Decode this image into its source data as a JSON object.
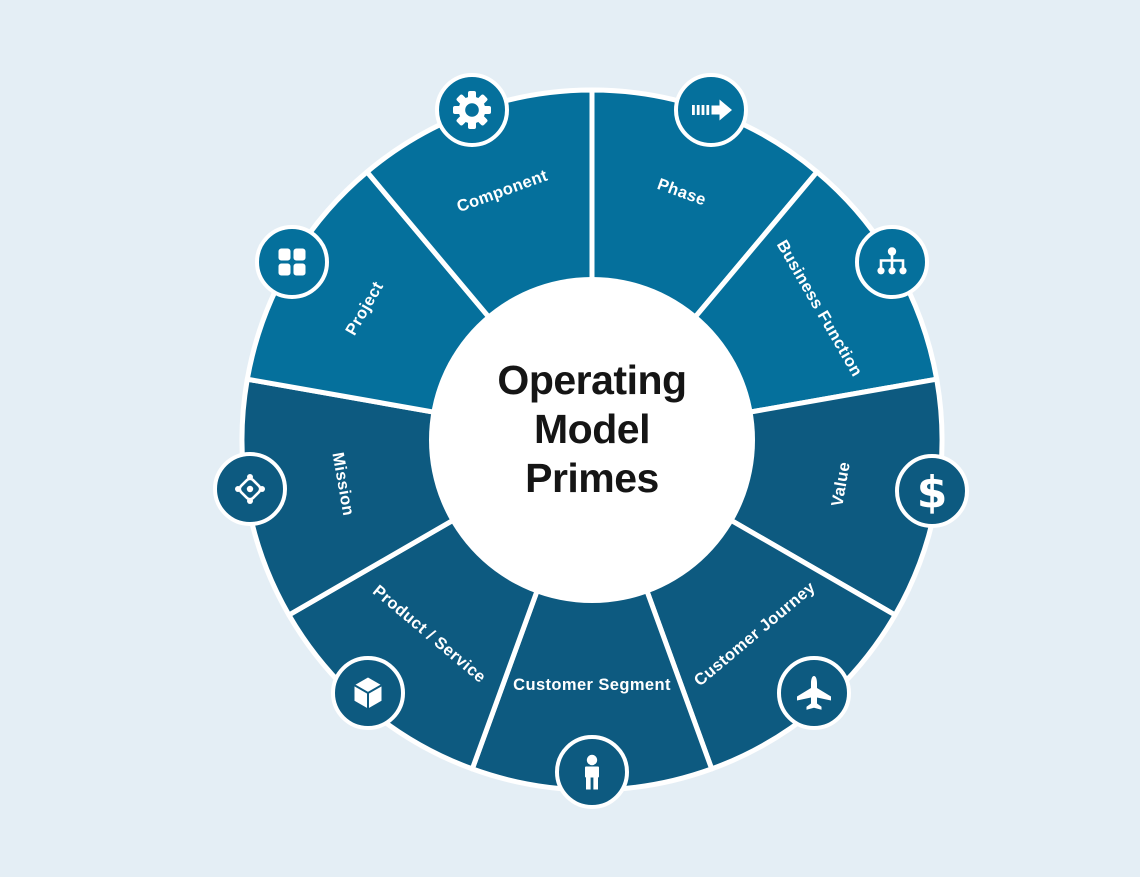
{
  "diagram": {
    "title_lines": [
      "Operating",
      "Model",
      "Primes"
    ]
  },
  "colors": {
    "background": "#e4eef5",
    "segment_light": "#05709c",
    "segment_dark": "#0d5a80",
    "divider": "#ffffff",
    "center_circle": "#ffffff",
    "label": "#ffffff",
    "title": "#151515",
    "icon": "#ffffff"
  },
  "segments": [
    {
      "label": "Phase",
      "icon": "dashed-arrow-icon",
      "color": "#05709c"
    },
    {
      "label": "Business Function",
      "icon": "org-chart-icon",
      "color": "#05709c"
    },
    {
      "label": "Value",
      "icon": "dollar-icon",
      "color": "#0d5a80",
      "icon_glyph": "$"
    },
    {
      "label": "Customer Journey",
      "icon": "airplane-icon",
      "color": "#0d5a80"
    },
    {
      "label": "Customer Segment",
      "icon": "person-icon",
      "color": "#0d5a80"
    },
    {
      "label": "Product / Service",
      "icon": "cube-icon",
      "color": "#0d5a80"
    },
    {
      "label": "Mission",
      "icon": "atom-icon",
      "color": "#0d5a80"
    },
    {
      "label": "Project",
      "icon": "grid-icon",
      "color": "#05709c"
    },
    {
      "label": "Component",
      "icon": "gear-icon",
      "color": "#05709c"
    }
  ]
}
